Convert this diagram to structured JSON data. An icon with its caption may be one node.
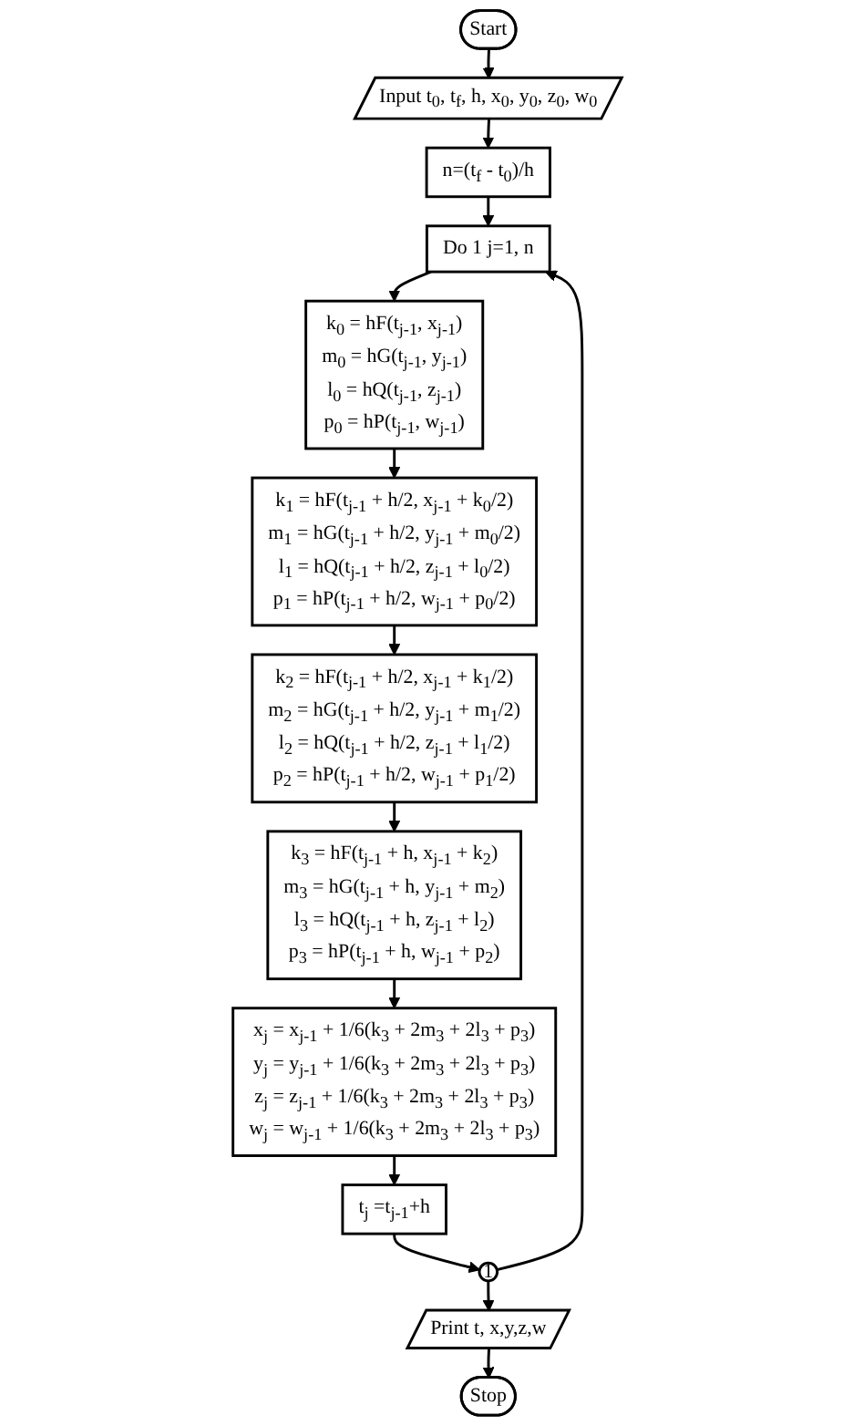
{
  "diagram": {
    "nodes": [
      {
        "text": [
          "Start"
        ]
      },
      {
        "text": [
          "Input t$_{0}$, t$_{f}$, h, x$_{0}$, y$_{0}$, z$_{0}$, w$_{0}$"
        ]
      },
      {
        "text": [
          "n=(t$_{f}$ - t$_{0}$)/h"
        ]
      },
      {
        "text": [
          "Do 1 j=1, n"
        ]
      },
      {
        "text": [
          "k$_{0}$ = hF(t$_{j-1}$, x$_{j-1}$)",
          "m$_{0}$ = hG(t$_{j-1}$, y$_{j-1}$)",
          "l$_{0}$ = hQ(t$_{j-1}$, z$_{j-1}$)",
          "p$_{0}$ = hP(t$_{j-1}$, w$_{j-1}$)"
        ]
      },
      {
        "text": [
          "k$_{1}$ = hF(t$_{j-1}$ + h/2, x$_{j-1}$ + k$_{0}$/2)",
          "m$_{1}$ = hG(t$_{j-1}$ + h/2, y$_{j-1}$ + m$_{0}$/2)",
          "l$_{1}$ = hQ(t$_{j-1}$ + h/2, z$_{j-1}$ + l$_{0}$/2)",
          "p$_{1}$ = hP(t$_{j-1}$ + h/2, w$_{j-1}$ + p$_{0}$/2)"
        ]
      },
      {
        "text": [
          "k$_{2}$ = hF(t$_{j-1}$ + h/2, x$_{j-1}$ + k$_{1}$/2)",
          "m$_{2}$ = hG(t$_{j-1}$ + h/2, y$_{j-1}$ + m$_{1}$/2)",
          "l$_{2}$ = hQ(t$_{j-1}$ + h/2, z$_{j-1}$ + l$_{1}$/2)",
          "p$_{2}$ = hP(t$_{j-1}$ + h/2, w$_{j-1}$ + p$_{1}$/2)"
        ]
      },
      {
        "text": [
          "k$_{3}$ = hF(t$_{j-1}$ + h, x$_{j-1}$ + k$_{2}$)",
          "m$_{3}$ = hG(t$_{j-1}$ + h, y$_{j-1}$ + m$_{2}$)",
          "l$_{3}$ = hQ(t$_{j-1}$ + h, z$_{j-1}$ + l$_{2}$)",
          "p$_{3}$ = hP(t$_{j-1}$ + h, w$_{j-1}$ + p$_{2}$)"
        ]
      },
      {
        "text": [
          "x$_{j}$ = x$_{j-1}$ + 1/6(k$_{3}$ + 2m$_{3}$ + 2l$_{3}$ + p$_{3}$)",
          "y$_{j}$ = y$_{j-1}$ + 1/6(k$_{3}$ + 2m$_{3}$ + 2l$_{3}$ + p$_{3}$)",
          "z$_{j}$ = z$_{j-1}$ + 1/6(k$_{3}$ + 2m$_{3}$ + 2l$_{3}$ + p$_{3}$)",
          "w$_{j}$ = w$_{j-1}$ + 1/6(k$_{3}$ + 2m$_{3}$ + 2l$_{3}$ + p$_{3}$)"
        ]
      },
      {
        "text": [
          "t$_{j}$ =t$_{j-1}$+h"
        ]
      },
      {
        "text": [
          "1"
        ]
      },
      {
        "text": [
          "Print t, x,y,z,w"
        ]
      },
      {
        "text": [
          "Stop"
        ]
      }
    ],
    "edges": [
      {
        "from": 0,
        "to": 1,
        "arrow": "to"
      },
      {
        "from": 1,
        "to": 2,
        "arrow": "to"
      },
      {
        "from": 2,
        "to": 3,
        "arrow": "to"
      },
      {
        "from": 3,
        "to": 4,
        "arrow": "to"
      },
      {
        "from": 4,
        "to": 5,
        "arrow": "to"
      },
      {
        "from": 5,
        "to": 6,
        "arrow": "to"
      },
      {
        "from": 6,
        "to": 7,
        "arrow": "to"
      },
      {
        "from": 7,
        "to": 8,
        "arrow": "to"
      },
      {
        "from": 8,
        "to": 9,
        "arrow": "to"
      },
      {
        "from": 9,
        "to": 10,
        "arrow": "to"
      },
      {
        "from": 10,
        "to": 3,
        "arrow": "to"
      },
      {
        "from": 10,
        "to": 11,
        "arrow": "to"
      },
      {
        "from": 11,
        "to": 12,
        "arrow": "to"
      }
    ]
  }
}
